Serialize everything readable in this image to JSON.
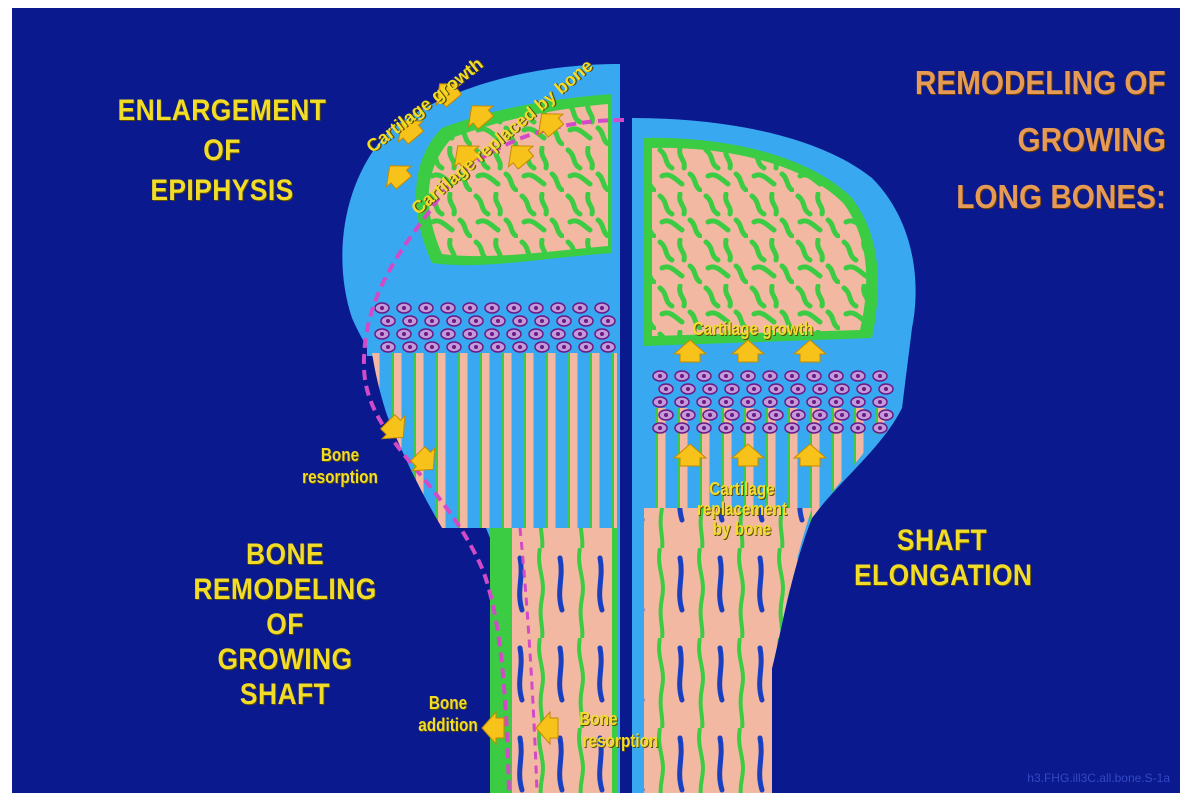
{
  "title": [
    "REMODELING OF",
    "GROWING",
    "LONG BONES:"
  ],
  "labels": {
    "enlargement": [
      "ENLARGEMENT",
      "OF",
      "EPIPHYSIS"
    ],
    "cartilage_growth_top": "Cartilage growth",
    "cartilage_replaced": "Cartilage replaced by bone",
    "cartilage_growth_right": "Cartilage growth",
    "cartilage_replacement": [
      "Cartilage",
      "replacement",
      "by bone"
    ],
    "bone_resorption_left": [
      "Bone",
      "resorption"
    ],
    "bone_remodeling": [
      "BONE",
      "REMODELING",
      "OF",
      "GROWING",
      "SHAFT"
    ],
    "shaft_elongation": [
      "SHAFT",
      "ELONGATION"
    ],
    "bone_addition": [
      "Bone",
      "addition"
    ],
    "bone_resorption_bottom": [
      "Bone",
      "resorption"
    ]
  },
  "credit": "h3.FHG.ill3C.all.bone.S-1a",
  "colors": {
    "background": "#0a1a8e",
    "cartilage": "#38a8f0",
    "calcified": "#3ccc44",
    "bone": "#f2b8a2",
    "cells": "#9a3aa8",
    "arrows": "#f7c21a",
    "label": "#f2dc2a",
    "title": "#e59a55",
    "dashed_outline": "#d24ac8"
  }
}
